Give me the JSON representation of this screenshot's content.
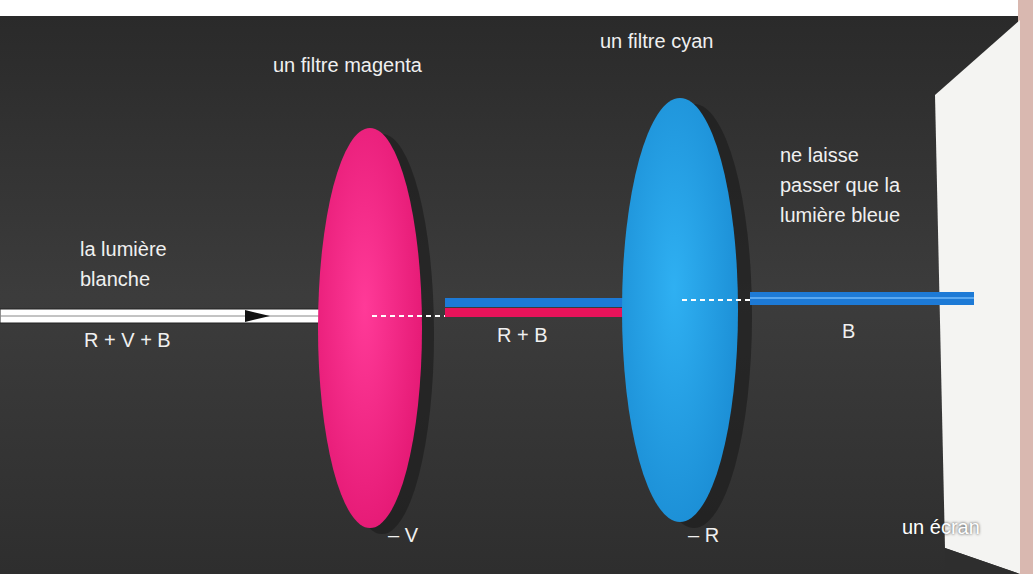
{
  "diagram": {
    "labels": [
      "un filtre magenta",
      "un filtre cyan",
      "ne laisse passer que la lumière bleue",
      "la lumière blanche",
      "R + V + B",
      "R + B",
      "B",
      "– V",
      "– R",
      "un écran"
    ]
  }
}
